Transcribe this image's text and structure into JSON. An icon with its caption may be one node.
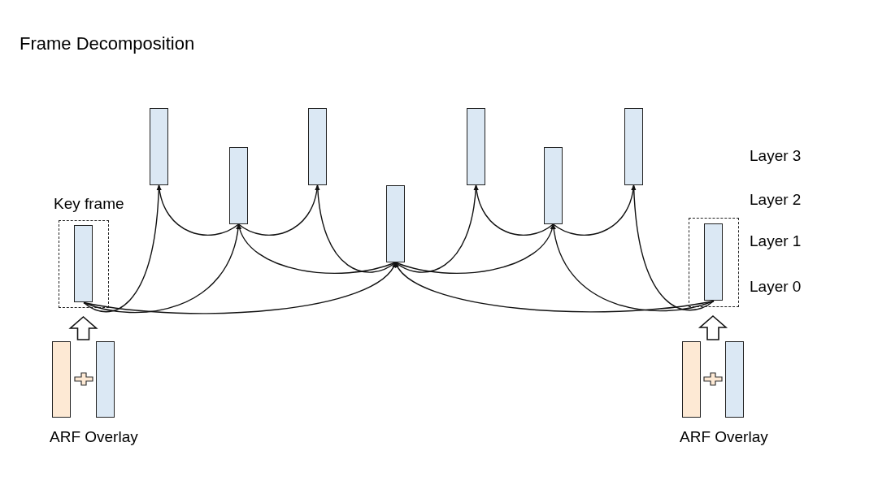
{
  "diagram": {
    "title": "Frame Decomposition",
    "nodes": [
      {
        "text": [
          "Key frame"
        ]
      },
      {
        "text": [],
        "shape": "bar",
        "in": 0
      },
      {
        "text": [],
        "shape": "bar"
      },
      {
        "text": [],
        "shape": "bar"
      },
      {
        "text": [],
        "shape": "bar"
      },
      {
        "text": [],
        "shape": "bar"
      },
      {
        "text": [],
        "shape": "bar"
      },
      {
        "text": [],
        "shape": "bar"
      },
      {
        "text": [],
        "shape": "bar"
      },
      {
        "text": [],
        "shape": "box"
      },
      {
        "text": [],
        "shape": "bar",
        "in": 9
      },
      {
        "text": [],
        "shape": "bar"
      },
      {
        "text": [],
        "shape": "bar"
      },
      {
        "text": [],
        "shape": "bar"
      },
      {
        "text": [],
        "shape": "bar"
      }
    ],
    "edges": [
      {
        "from": 1,
        "to": 5,
        "arrow": "to"
      },
      {
        "from": 10,
        "to": 5,
        "arrow": "to"
      },
      {
        "from": 1,
        "to": 3,
        "arrow": "to"
      },
      {
        "from": 5,
        "to": 3,
        "arrow": "to"
      },
      {
        "from": 5,
        "to": 7,
        "arrow": "to"
      },
      {
        "from": 10,
        "to": 7,
        "arrow": "to"
      },
      {
        "from": 1,
        "to": 2,
        "arrow": "to"
      },
      {
        "from": 3,
        "to": 2,
        "arrow": "to"
      },
      {
        "from": 3,
        "to": 4,
        "arrow": "to"
      },
      {
        "from": 5,
        "to": 4,
        "arrow": "to"
      },
      {
        "from": 5,
        "to": 6,
        "arrow": "to"
      },
      {
        "from": 7,
        "to": 6,
        "arrow": "to"
      },
      {
        "from": 7,
        "to": 8,
        "arrow": "to"
      },
      {
        "from": 10,
        "to": 8,
        "arrow": "to"
      },
      {
        "from": 11,
        "to": 0,
        "arrow": "to",
        "style": "thick"
      },
      {
        "from": 12,
        "to": 0,
        "arrow": "to",
        "style": "thick"
      },
      {
        "from": 13,
        "to": 9,
        "arrow": "to",
        "style": "thick"
      },
      {
        "from": 14,
        "to": 9,
        "arrow": "to",
        "style": "thick"
      }
    ],
    "labels": [
      "Layer 3",
      "Layer 2",
      "Layer 1",
      "Layer 0",
      "ARF Overlay",
      "ARF Overlay"
    ]
  }
}
